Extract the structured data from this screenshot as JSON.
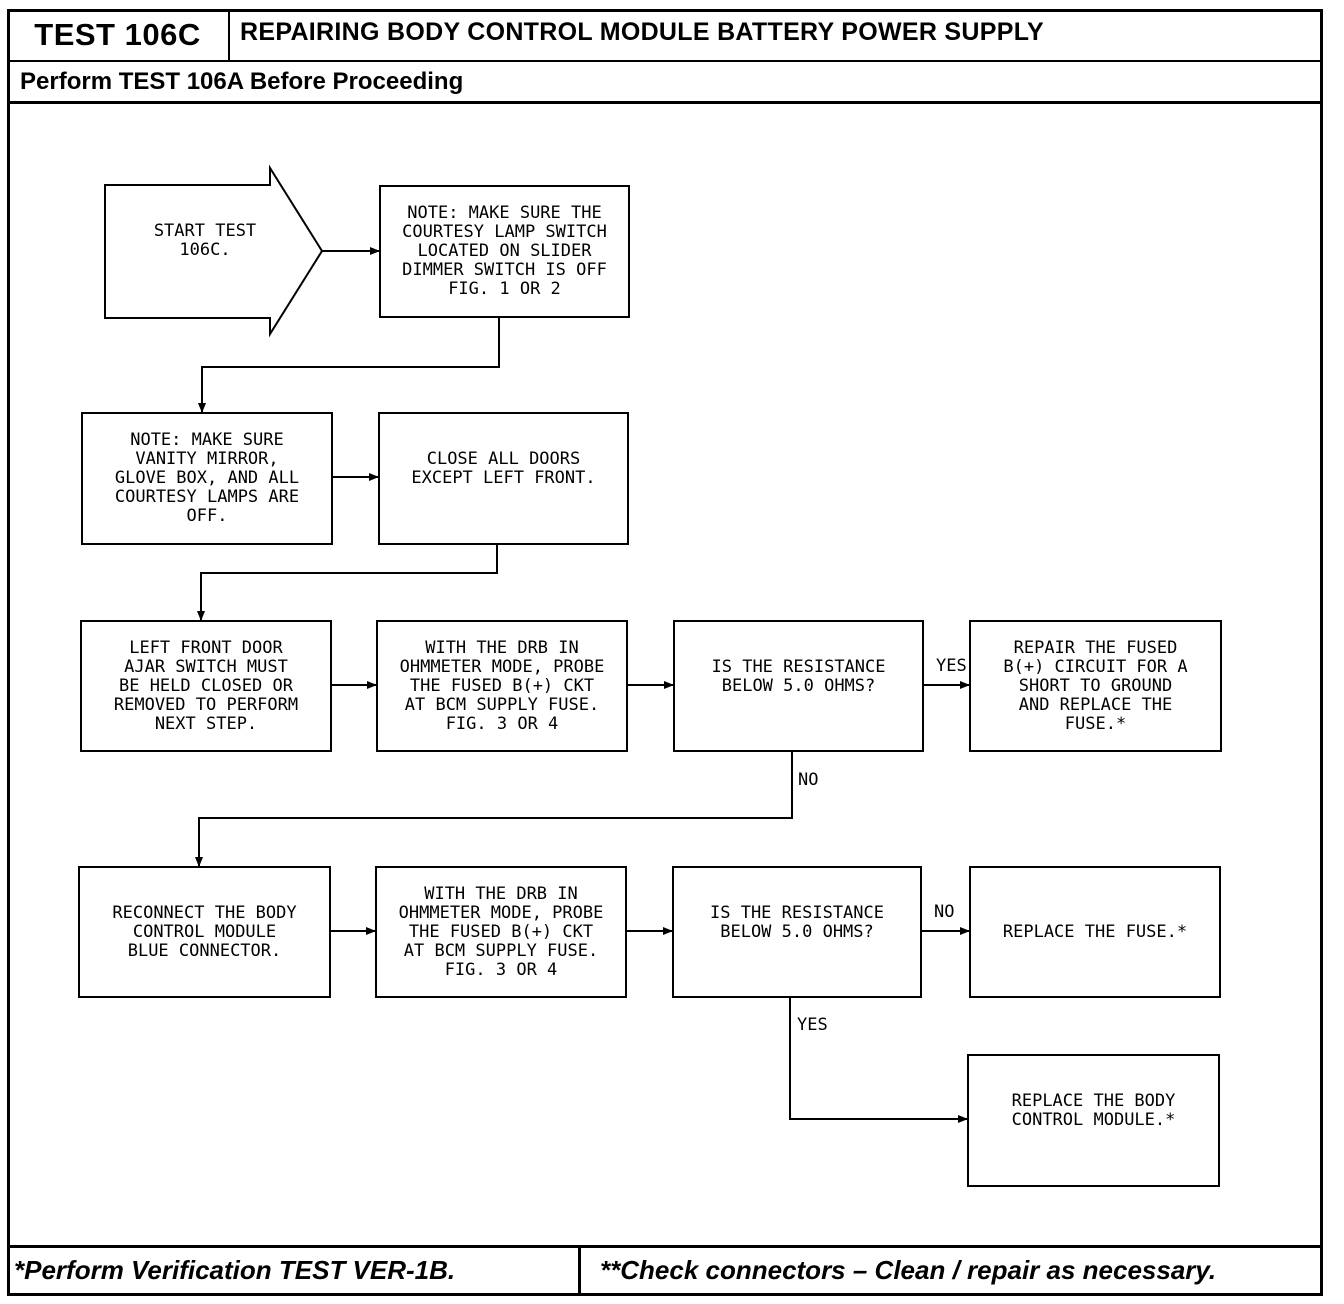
{
  "header": {
    "test_id": "TEST 106C",
    "title": "REPAIRING BODY CONTROL MODULE BATTERY POWER SUPPLY",
    "prerequisite": "Perform TEST 106A Before Proceeding"
  },
  "flowchart": {
    "start": "START TEST\n106C.",
    "step_courtesy_switch": "NOTE: MAKE SURE THE\nCOURTESY LAMP SWITCH\nLOCATED ON SLIDER\nDIMMER SWITCH IS OFF\nFIG. 1 OR 2",
    "step_vanity": "NOTE: MAKE SURE\nVANITY MIRROR,\nGLOVE BOX, AND ALL\nCOURTESY LAMPS ARE\nOFF.",
    "step_close_doors": "CLOSE ALL DOORS\nEXCEPT LEFT FRONT.",
    "step_ajar_switch": "LEFT FRONT DOOR\nAJAR SWITCH MUST\nBE HELD CLOSED OR\nREMOVED TO PERFORM\nNEXT STEP.",
    "step_probe_1": "WITH THE DRB IN\nOHMMETER MODE, PROBE\nTHE FUSED B(+) CKT\nAT BCM SUPPLY FUSE.\nFIG. 3 OR 4",
    "decision_1": "IS THE RESISTANCE\nBELOW 5.0 OHMS?",
    "label_yes_1": "YES",
    "result_repair_circuit": "REPAIR THE FUSED\nB(+) CIRCUIT FOR A\nSHORT TO GROUND\nAND REPLACE THE\nFUSE.*",
    "label_no_1": "NO",
    "step_reconnect": "RECONNECT THE BODY\nCONTROL MODULE\nBLUE CONNECTOR.",
    "step_probe_2": "WITH THE DRB IN\nOHMMETER MODE, PROBE\nTHE FUSED B(+) CKT\nAT BCM SUPPLY FUSE.\nFIG. 3 OR 4",
    "decision_2": "IS THE RESISTANCE\nBELOW 5.0 OHMS?",
    "label_no_2": "NO",
    "result_replace_fuse": "REPLACE THE FUSE.*",
    "label_yes_2": "YES",
    "result_replace_bcm": "REPLACE THE BODY\nCONTROL MODULE.*"
  },
  "footer": {
    "verification_note": "*Perform Verification TEST VER-1B.",
    "connectors_note": "**Check connectors – Clean / repair as necessary."
  }
}
